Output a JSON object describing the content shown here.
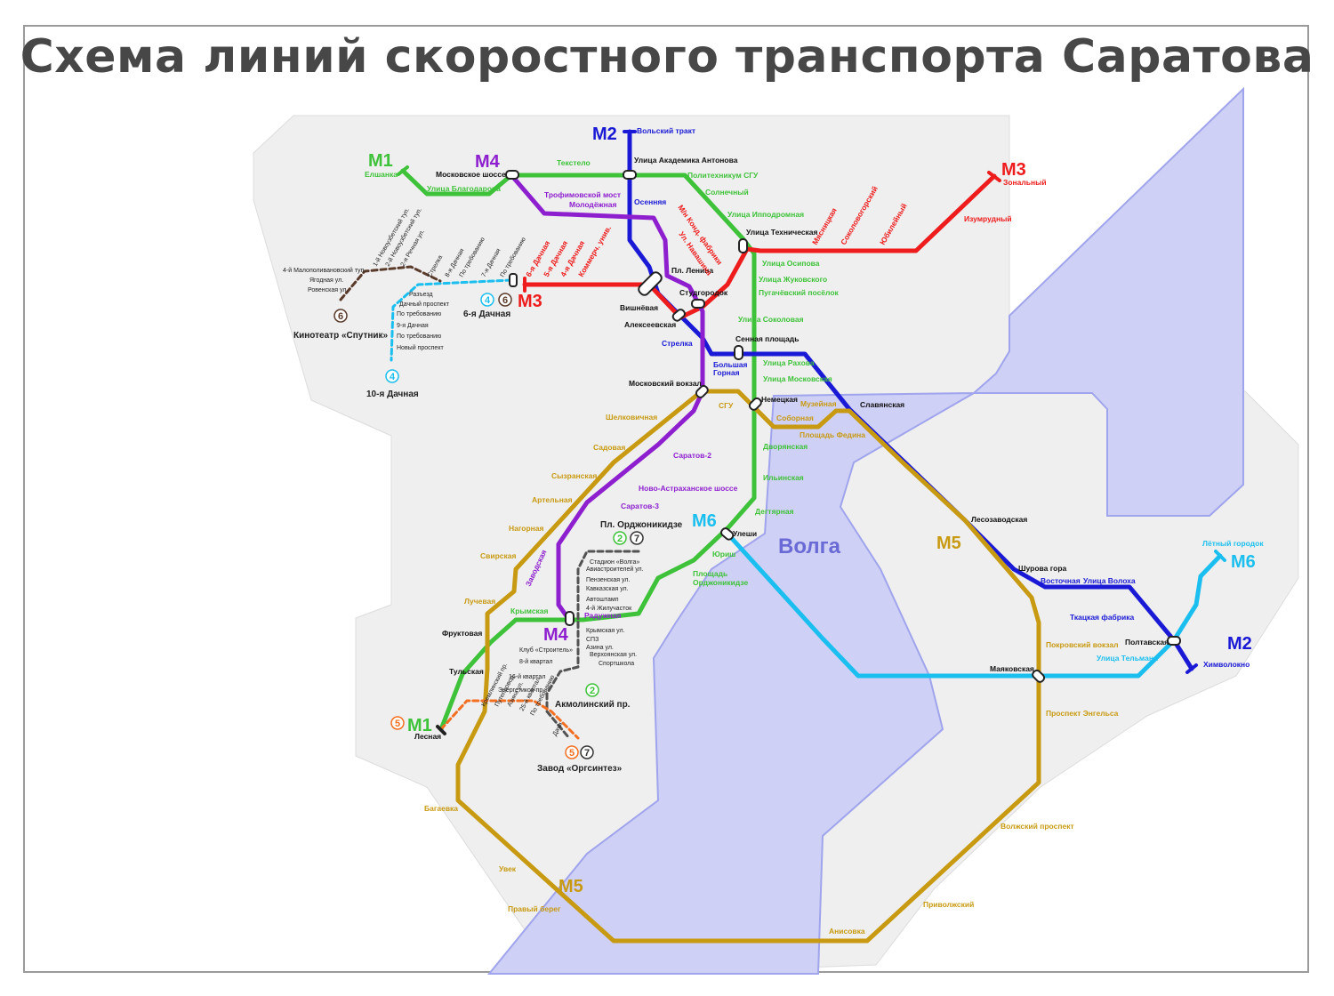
{
  "title": "Схема линий скоростного транспорта Саратова",
  "river": "Волга",
  "colors": {
    "M1": "#3ec239",
    "M2": "#1a1ad6",
    "M3": "#ee1c1c",
    "M4": "#8e1fcf",
    "M5": "#c89a12",
    "M6": "#1bbfef",
    "T2": "#535353",
    "T4": "#1bbfef",
    "T5": "#f36f21",
    "T6": "#5a3a2a",
    "land": "#efefef",
    "water": "#cfd0f5"
  },
  "line_labels": {
    "m1_top": "M1",
    "m1_bottom": "M1",
    "m2_top": "M2",
    "m2_right": "M2",
    "m3_right": "M3",
    "m3_left": "M3",
    "m4_top": "M4",
    "m4_bottom": "M4",
    "m5_right": "M5",
    "m5_bottom": "M5",
    "m6_center": "M6",
    "m6_right": "M6"
  },
  "badges": {
    "b4a": "4",
    "b6a": "6",
    "b6b": "6",
    "b4b": "4",
    "b2a": "2",
    "b7a": "7",
    "b2b": "2",
    "b5a": "5",
    "b7b": "7",
    "b5b": "5"
  },
  "stations": {
    "elshanka": "Елшанка",
    "ul_blagodarova": "Улица Благодарова",
    "moskovskoe_shosse": "Московское шоссе",
    "tekstelo": "Текстело",
    "ul_akad_antonova": "Улица Академика Антонова",
    "politekhnikum": "Политехникум СГУ",
    "solnechny": "Солнечный",
    "ul_ippodromnaya": "Улица Ипподромная",
    "ul_tekhnicheskaya": "Улица Техническая",
    "ul_osipova": "Улица Осипова",
    "ul_zhukovskogo": "Улица Жуковского",
    "pugachevsky": "Пугачёвский посёлок",
    "ul_sokolovaya": "Улица Соколовая",
    "sennaya": "Сенная площадь",
    "ul_rakhova": "Улица Рахова",
    "ul_moskovskaya": "Улица Московская",
    "nemetskaya": "Немецкая",
    "dvoryanskaya": "Дворянская",
    "ilinskaya": "Ильинская",
    "degtyarnaya": "Дегтярная",
    "uleshi": "Улеши",
    "yurish": "Юриш",
    "pl_ordzhonikidze_g": "Площадь\nОрджоникидзе",
    "krymskaya": "Крымская",
    "lesnaya": "Лесная",
    "volsky_trakt": "Вольский тракт",
    "osennyaya": "Осенняя",
    "pl_lenina": "Пл. Ленина",
    "studgorodok": "Студгородок",
    "vishnevaya": "Вишнёвая",
    "alekseevskaya": "Алексеевская",
    "strelka": "Стрелка",
    "bolshaya_gornaya": "Большая\nГорная",
    "slavyanskaya": "Славянская",
    "lesozavodskaya": "Лесозаводская",
    "shurova_gora": "Шурова гора",
    "vostochnaya": "Восточная",
    "ul_volokha": "Улица Волоха",
    "tkatskaya": "Ткацкая фабрика",
    "poltavskaya": "Полтавская",
    "khimvolokno": "Химволокно",
    "zonalny": "Зональный",
    "izumrudny": "Изумрудный",
    "yubileyny": "Юбилейный",
    "sokolovogorsky": "Соколовогорский",
    "myasnitskaya": "Мясницкая",
    "mn_kond_fabriki": "М/н Конд. фабрики",
    "ul_navashina": "Ул. Навашина",
    "kommerch_univ": "Коммерч. унив.",
    "dachnaya4": "4-я Дачная",
    "dachnaya5": "5-я Дачная",
    "dachnaya6": "6-я Дачная",
    "dachnaya6_main": "6-я Дачная",
    "trofimovsky": "Трофимовской мост",
    "molodezhnaya": "Молодёжная",
    "moskovsky_vokzal": "Московский вокзал",
    "saratov2": "Саратов-2",
    "novo_astrakhanskoe": "Ново-Астраханское шоссе",
    "saratov3": "Саратов-3",
    "zavodskaya": "Заводская",
    "radužnaya": "Радужная",
    "sgu": "СГУ",
    "muzeynaya": "Музейная",
    "sobornaya": "Соборная",
    "pl_fedina": "Площадь Федина",
    "shelkovichnaya": "Шелковичная",
    "sadovaya": "Садовая",
    "syzranskaya": "Сызранская",
    "artelnaya": "Артельная",
    "nagornaya": "Нагорная",
    "svirskaya": "Свирская",
    "luchevaya": "Лучевая",
    "fruktovaya": "Фруктовая",
    "tulskaya": "Тульская",
    "bagaevka": "Багаевка",
    "uvek": "Увек",
    "pravy_bereg": "Правый берег",
    "anisovka": "Анисовка",
    "privolzhsky": "Приволжский",
    "volzhsky_prospekt": "Волжский проспект",
    "prospekt_engelsa": "Проспект Энгельса",
    "pokrovsky_vokzal": "Покровский вокзал",
    "mayakovskaya": "Маяковская",
    "ul_telmana": "Улица Тельмана",
    "letny_gorodok": "Лётный городок",
    "pl_ordzhonikidze_hub": "Пл. Орджоникидзе",
    "stadion_volga": "Стадион «Волга»",
    "aviastroiteley": "Авиастроителей ул.",
    "penzenskaya": "Пензенская ул.",
    "kavkazskaya": "Кавказская ул.",
    "avtoshtamp": "Автоштамп",
    "zhiluchastok4": "4-й Жилучасток",
    "krymskaya_ul": "Крымская ул.",
    "spz": "СПЗ",
    "azina": "Азина ул.",
    "verkhoyanskaya": "Верхоянская ул.",
    "sportshkola": "Спортшкола",
    "klub_stroitel": "Клуб «Строитель»",
    "kv8": "8-й квартал",
    "kv16": "16-й квартал",
    "energetikov": "Энергетиков пр.",
    "akmolinsky": "Акмолинский пр.",
    "kremlinsky": "Кремлинский пр.",
    "puteprovod": "Путепровод",
    "azina2": "Азина ул.",
    "kv25": "25-й квартал",
    "po_treb_a": "По требованию",
    "dachi": "Дачи",
    "zavod_orgsintez": "Завод «Оргсинтез»",
    "malopolivanovsky": "4-й Малополивановский туп.",
    "yagodnaya": "Ягодная ул.",
    "rovenskaya": "Ровенская ул.",
    "novouzbetsky1": "1-й Новоузбетский туп.",
    "novouzbetsky2": "2-й Новоузбетский туп.",
    "rechnaya": "2-я Речная ул.",
    "strelka_t": "Стрелка",
    "dachnaya8": "8-я Дачная",
    "po_treb1": "По требованию",
    "dachnaya7": "7-я Дачная",
    "po_treb2": "По требованию",
    "razezd": "Разъезд",
    "dachny_prospekt": "Дачный проспект",
    "po_treb3": "По требованию",
    "dachnaya9": "9-я Дачная",
    "po_treb4": "По требованию",
    "novy_prospekt": "Новый проспект",
    "kinoteatr_sputnik": "Кинотеатр «Спутник»",
    "dachnaya10": "10-я Дачная"
  }
}
